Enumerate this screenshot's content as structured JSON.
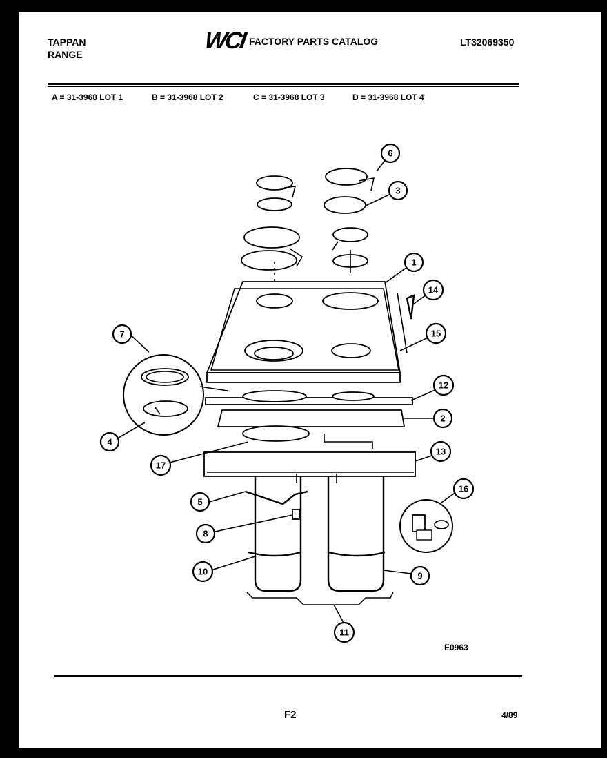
{
  "header": {
    "brand_line1": "TAPPAN",
    "brand_line2": "RANGE",
    "logo": "WCI",
    "catalog_title": "FACTORY PARTS CATALOG",
    "model_number": "LT32069350"
  },
  "lots": [
    "A = 31-3968 LOT 1",
    "B = 31-3968 LOT 2",
    "C = 31-3968 LOT 3",
    "D = 31-3968 LOT 4"
  ],
  "diagram": {
    "callouts": [
      "1",
      "2",
      "3",
      "4",
      "5",
      "6",
      "7",
      "8",
      "9",
      "10",
      "11",
      "12",
      "13",
      "14",
      "15",
      "16",
      "17"
    ],
    "code": "E0963"
  },
  "footer": {
    "page": "F2",
    "date": "4/89"
  }
}
